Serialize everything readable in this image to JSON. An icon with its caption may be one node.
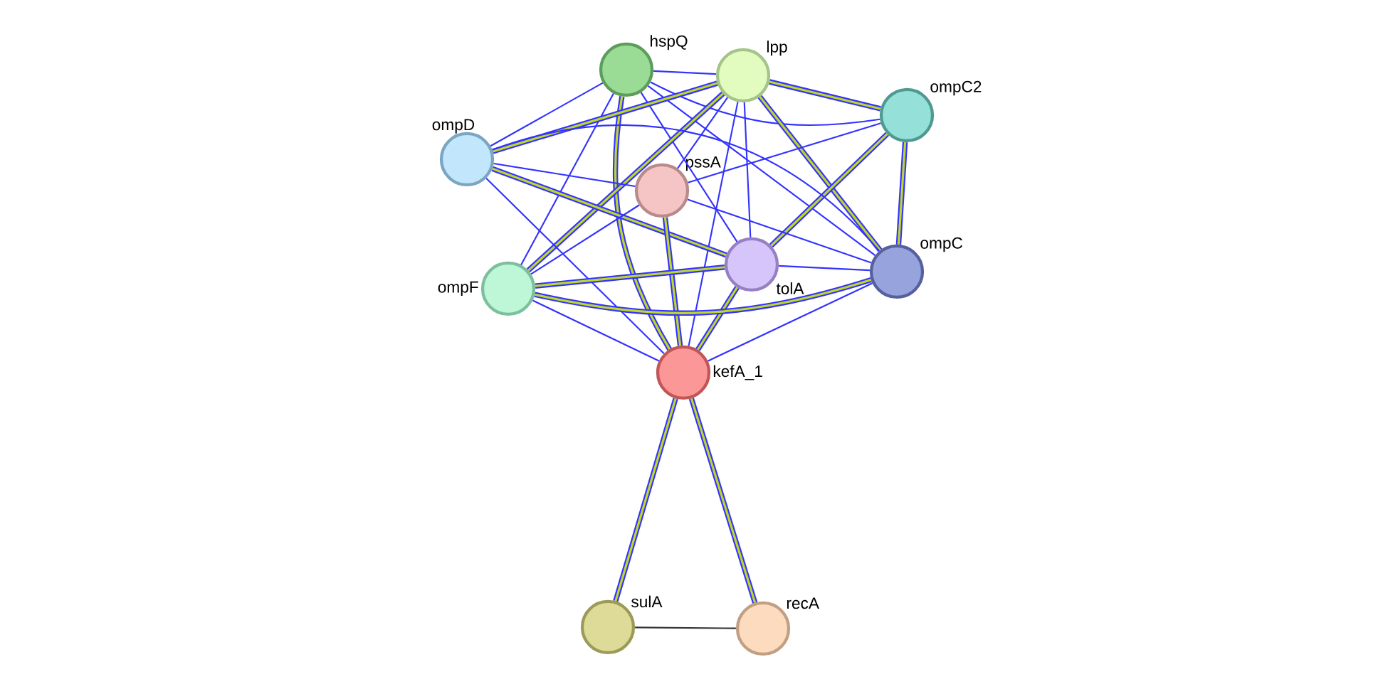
{
  "diagram": {
    "nodes": [
      {
        "text": [
          "hspQ"
        ]
      },
      {
        "text": [
          "lpp"
        ]
      },
      {
        "text": [
          "ompC2"
        ]
      },
      {
        "text": [
          "ompD"
        ]
      },
      {
        "text": [
          "pssA"
        ]
      },
      {
        "text": [
          "tolA"
        ]
      },
      {
        "text": [
          "ompC"
        ]
      },
      {
        "text": [
          "ompF"
        ]
      },
      {
        "text": [
          "kefA_1"
        ]
      },
      {
        "text": [
          "sulA"
        ]
      },
      {
        "text": [
          "recA"
        ]
      }
    ],
    "edges": [
      {
        "from": 0,
        "to": 1,
        "arrow": "none"
      },
      {
        "from": 0,
        "to": 2,
        "arrow": "none"
      },
      {
        "from": 0,
        "to": 3,
        "arrow": "none"
      },
      {
        "from": 0,
        "to": 7,
        "arrow": "none"
      },
      {
        "from": 0,
        "to": 8,
        "arrow": "none",
        "style": "thick"
      },
      {
        "from": 0,
        "to": 5,
        "arrow": "none"
      },
      {
        "from": 0,
        "to": 6,
        "arrow": "none"
      },
      {
        "from": 1,
        "to": 2,
        "arrow": "none",
        "style": "thick"
      },
      {
        "from": 1,
        "to": 3,
        "arrow": "none",
        "style": "thick"
      },
      {
        "from": 1,
        "to": 7,
        "arrow": "none",
        "style": "thick"
      },
      {
        "from": 1,
        "to": 4,
        "arrow": "none"
      },
      {
        "from": 1,
        "to": 8,
        "arrow": "none"
      },
      {
        "from": 1,
        "to": 5,
        "arrow": "none"
      },
      {
        "from": 1,
        "to": 6,
        "arrow": "none",
        "style": "thick"
      },
      {
        "from": 2,
        "to": 4,
        "arrow": "none"
      },
      {
        "from": 2,
        "to": 5,
        "arrow": "none",
        "style": "thick"
      },
      {
        "from": 2,
        "to": 6,
        "arrow": "none",
        "style": "thick"
      },
      {
        "from": 3,
        "to": 4,
        "arrow": "none"
      },
      {
        "from": 3,
        "to": 5,
        "arrow": "none",
        "style": "thick"
      },
      {
        "from": 3,
        "to": 6,
        "arrow": "none"
      },
      {
        "from": 3,
        "to": 8,
        "arrow": "none"
      },
      {
        "from": 4,
        "to": 7,
        "arrow": "none"
      },
      {
        "from": 4,
        "to": 8,
        "arrow": "none",
        "style": "thick"
      },
      {
        "from": 4,
        "to": 6,
        "arrow": "none"
      },
      {
        "from": 5,
        "to": 7,
        "arrow": "none",
        "style": "thick"
      },
      {
        "from": 5,
        "to": 8,
        "arrow": "none",
        "style": "thick"
      },
      {
        "from": 5,
        "to": 6,
        "arrow": "none"
      },
      {
        "from": 7,
        "to": 6,
        "arrow": "none",
        "style": "thick"
      },
      {
        "from": 7,
        "to": 8,
        "arrow": "none"
      },
      {
        "from": 6,
        "to": 8,
        "arrow": "none"
      },
      {
        "from": 8,
        "to": 9,
        "arrow": "none",
        "style": "thick"
      },
      {
        "from": 8,
        "to": 10,
        "arrow": "none",
        "style": "thick"
      },
      {
        "from": 9,
        "to": 10,
        "arrow": "none",
        "color": "#333333"
      }
    ]
  }
}
